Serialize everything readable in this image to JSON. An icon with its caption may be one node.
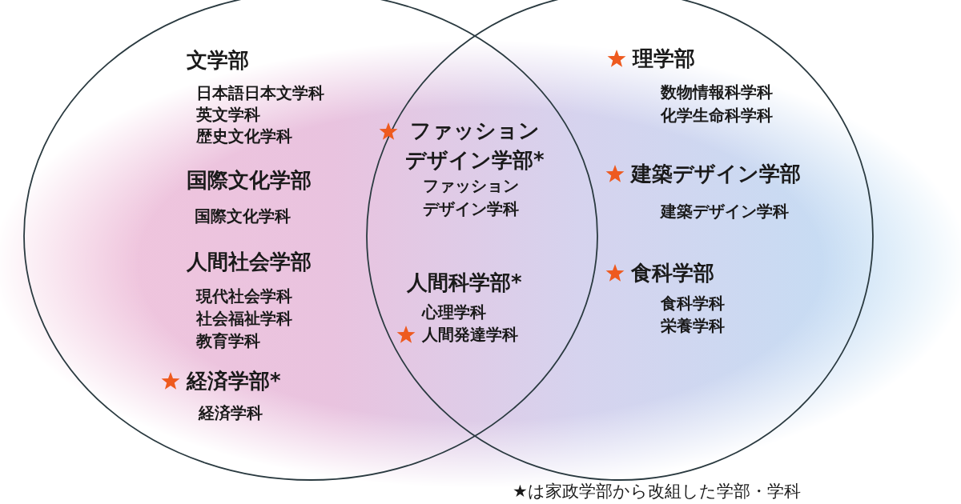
{
  "diagram": {
    "nodes": [
      {
        "text": [
          "文学部",
          "日本語日本文学科",
          "英文学科",
          "歴史文化学科",
          "国際文化学部",
          "国際文化学科",
          "人間社会学部",
          "現代社会学科",
          "社会福祉学科",
          "教育学科",
          "経済学部*",
          "経済学科"
        ]
      },
      {
        "text": [
          "理学部",
          "数物情報科学科",
          "化学生命科学科",
          "建築デザイン学部",
          "建築デザイン学科",
          "食科学部",
          "食科学科",
          "栄養学科"
        ]
      }
    ],
    "edges": [],
    "labels": [
      "ファッションデザイン学部*",
      "ファッションデザイン学科",
      "人間科学部*",
      "心理学科",
      "人間発達学科",
      "★は家政学部から改組した学部・学科"
    ]
  }
}
